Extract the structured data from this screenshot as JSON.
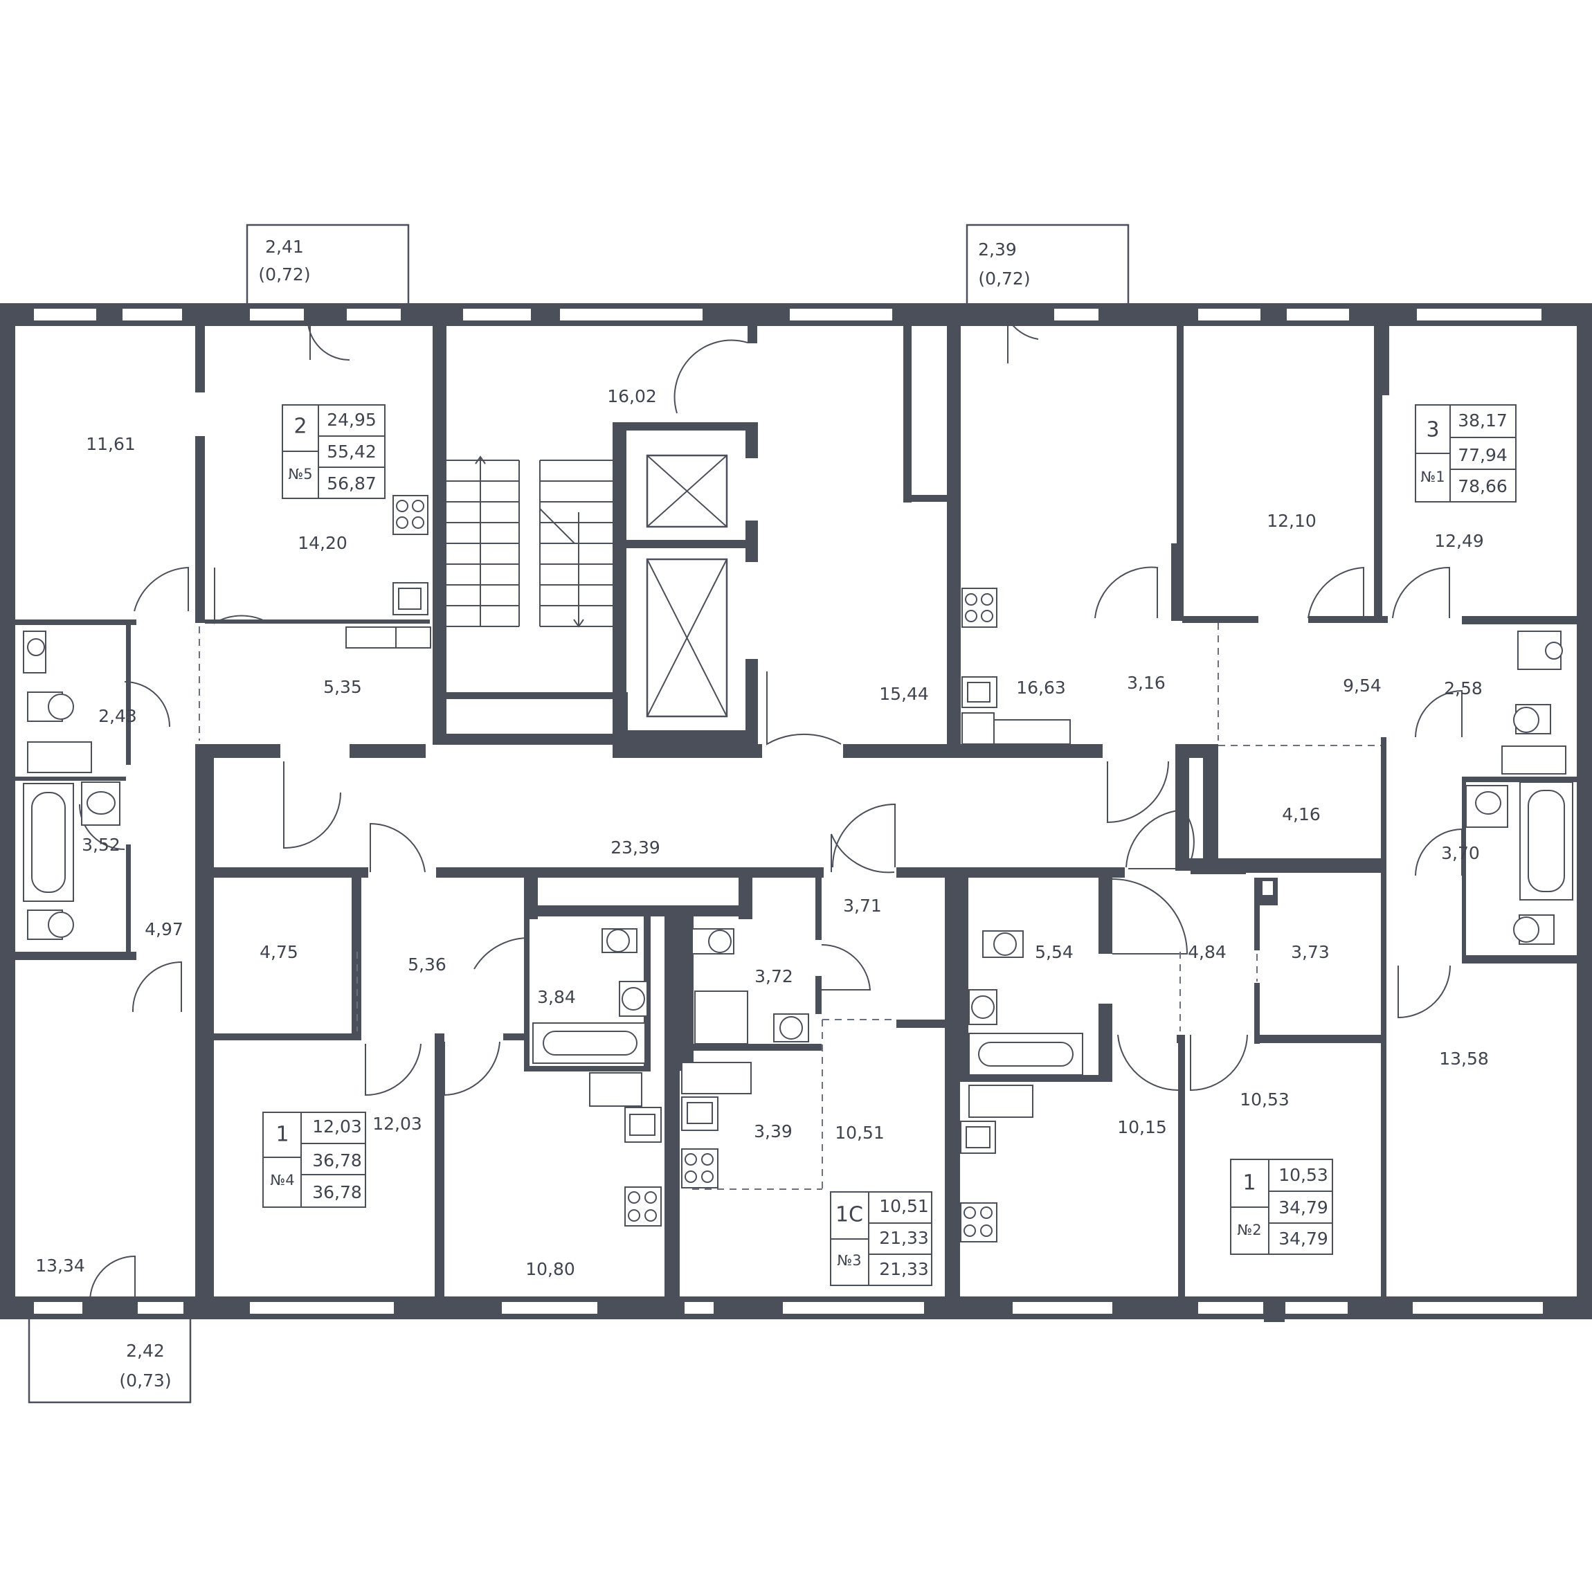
{
  "rooms": {
    "r_11_61": "11,61",
    "r_14_20": "14,20",
    "r_5_35": "5,35",
    "r_16_02": "16,02",
    "r_15_44": "15,44",
    "r_16_63": "16,63",
    "r_3_16": "3,16",
    "r_12_10": "12,10",
    "r_12_49": "12,49",
    "r_9_54": "9,54",
    "r_2_58": "2,58",
    "r_3_70": "3,70",
    "r_4_16": "4,16",
    "r_2_43": "2,43",
    "r_3_52": "3,52",
    "r_4_97": "4,97",
    "r_13_34": "13,34",
    "r_23_39": "23,39",
    "r_4_75": "4,75",
    "r_5_36": "5,36",
    "r_3_84": "3,84",
    "r_3_72": "3,72",
    "r_3_71": "3,71",
    "r_12_03": "12,03",
    "r_10_80": "10,80",
    "r_3_39": "3,39",
    "r_10_51": "10,51",
    "r_5_54": "5,54",
    "r_4_84": "4,84",
    "r_3_73": "3,73",
    "r_10_15": "10,15",
    "r_10_53": "10,53",
    "r_13_58": "13,58"
  },
  "balconies": [
    {
      "area": "2,41",
      "reduced": "(0,72)"
    },
    {
      "area": "2,39",
      "reduced": "(0,72)"
    },
    {
      "area": "2,42",
      "reduced": "(0,73)"
    }
  ],
  "apartments": [
    {
      "rooms": "2",
      "number": "№5",
      "living": "24,95",
      "total": "55,42",
      "total_balcony": "56,87"
    },
    {
      "rooms": "3",
      "number": "№1",
      "living": "38,17",
      "total": "77,94",
      "total_balcony": "78,66"
    },
    {
      "rooms": "1",
      "number": "№4",
      "living": "12,03",
      "total": "36,78",
      "total_balcony": "36,78"
    },
    {
      "rooms": "1С",
      "number": "№3",
      "living": "10,51",
      "total": "21,33",
      "total_balcony": "21,33"
    },
    {
      "rooms": "1",
      "number": "№2",
      "living": "10,53",
      "total": "34,79",
      "total_balcony": "34,79"
    }
  ]
}
